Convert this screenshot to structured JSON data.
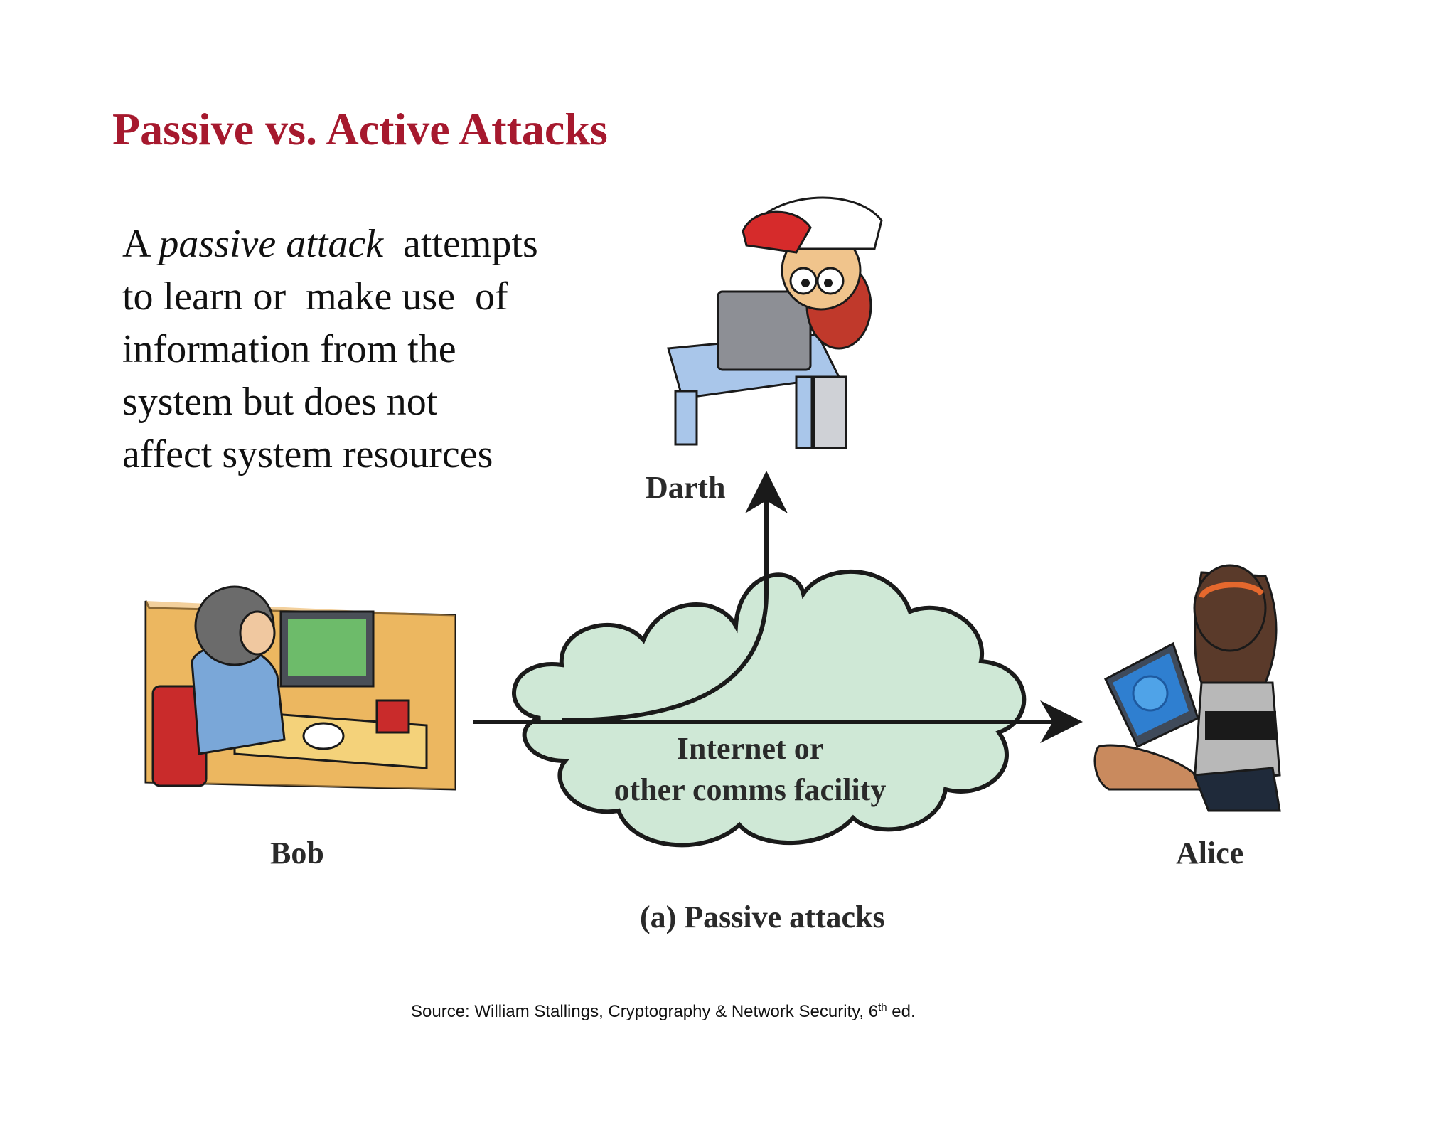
{
  "slide": {
    "title": "Passive vs. Active Attacks",
    "body": {
      "article": "A ",
      "term": "passive attack",
      "line1_rest": "  attempts",
      "line2": "to learn or  make use  of",
      "line3": "information from the",
      "line4": "system but does not",
      "line5": "affect system resources"
    }
  },
  "diagram": {
    "actors": {
      "attacker": "Darth",
      "sender": "Bob",
      "receiver": "Alice"
    },
    "network": {
      "line1": "Internet or",
      "line2": "other comms facility"
    },
    "caption": "(a) Passive attacks"
  },
  "source": {
    "text": "Source: William Stallings, Cryptography & Network Security, 6",
    "superscript": "th",
    "suffix": " ed."
  },
  "colors": {
    "title": "#a6192e",
    "cloud_fill": "#cfe8d6",
    "arrow": "#1a1a1a"
  }
}
